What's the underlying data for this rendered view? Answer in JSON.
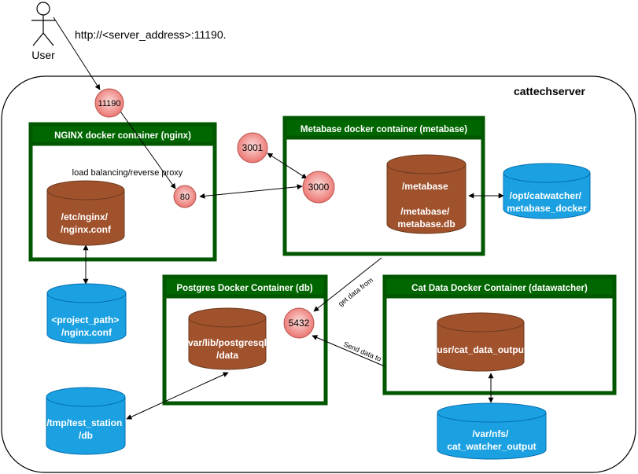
{
  "actor": {
    "label": "User",
    "url": "http://<server_address>:11190."
  },
  "server": {
    "label": "cattechserver"
  },
  "containers": {
    "nginx": {
      "title": "NGINX docker container (nginx)",
      "note": "load balancing/reverse proxy"
    },
    "metabase": {
      "title": "Metabase docker container (metabase)"
    },
    "postgres": {
      "title": "Postgres Docker Container (db)"
    },
    "catdata": {
      "title": "Cat Data Docker Container (datawatcher)"
    }
  },
  "ports": {
    "p11190": "11190",
    "p3001": "3001",
    "p80": "80",
    "p3000": "3000",
    "p5432": "5432"
  },
  "volumes": {
    "nginx_conf": [
      "/etc/nginx/",
      "/nginx.conf"
    ],
    "metabase": [
      "/metabase",
      "",
      "/metabase/",
      "metabase.db"
    ],
    "postgres": [
      "/var/lib/postgresql",
      "/data"
    ],
    "cat_output": [
      "/usr/cat_data_output"
    ],
    "host_catwatcher": [
      "/opt/catwatcher/",
      "metabase_docker"
    ],
    "host_project": [
      "<project_path>",
      "/nginx.conf"
    ],
    "host_test_station": [
      "/tmp/test_station",
      "/db"
    ],
    "host_nfs": [
      "/var/nfs/",
      "cat_watcher_output"
    ]
  },
  "edge_labels": {
    "get_data": "get data from",
    "send_data": "Send data to"
  },
  "colors": {
    "container_border": "#005700",
    "container_title_bg": "#006600",
    "port_fill": "#f8cecc",
    "port_stroke": "#b85450",
    "container_volume": "#a0522d",
    "host_volume": "#1ba1e2"
  }
}
